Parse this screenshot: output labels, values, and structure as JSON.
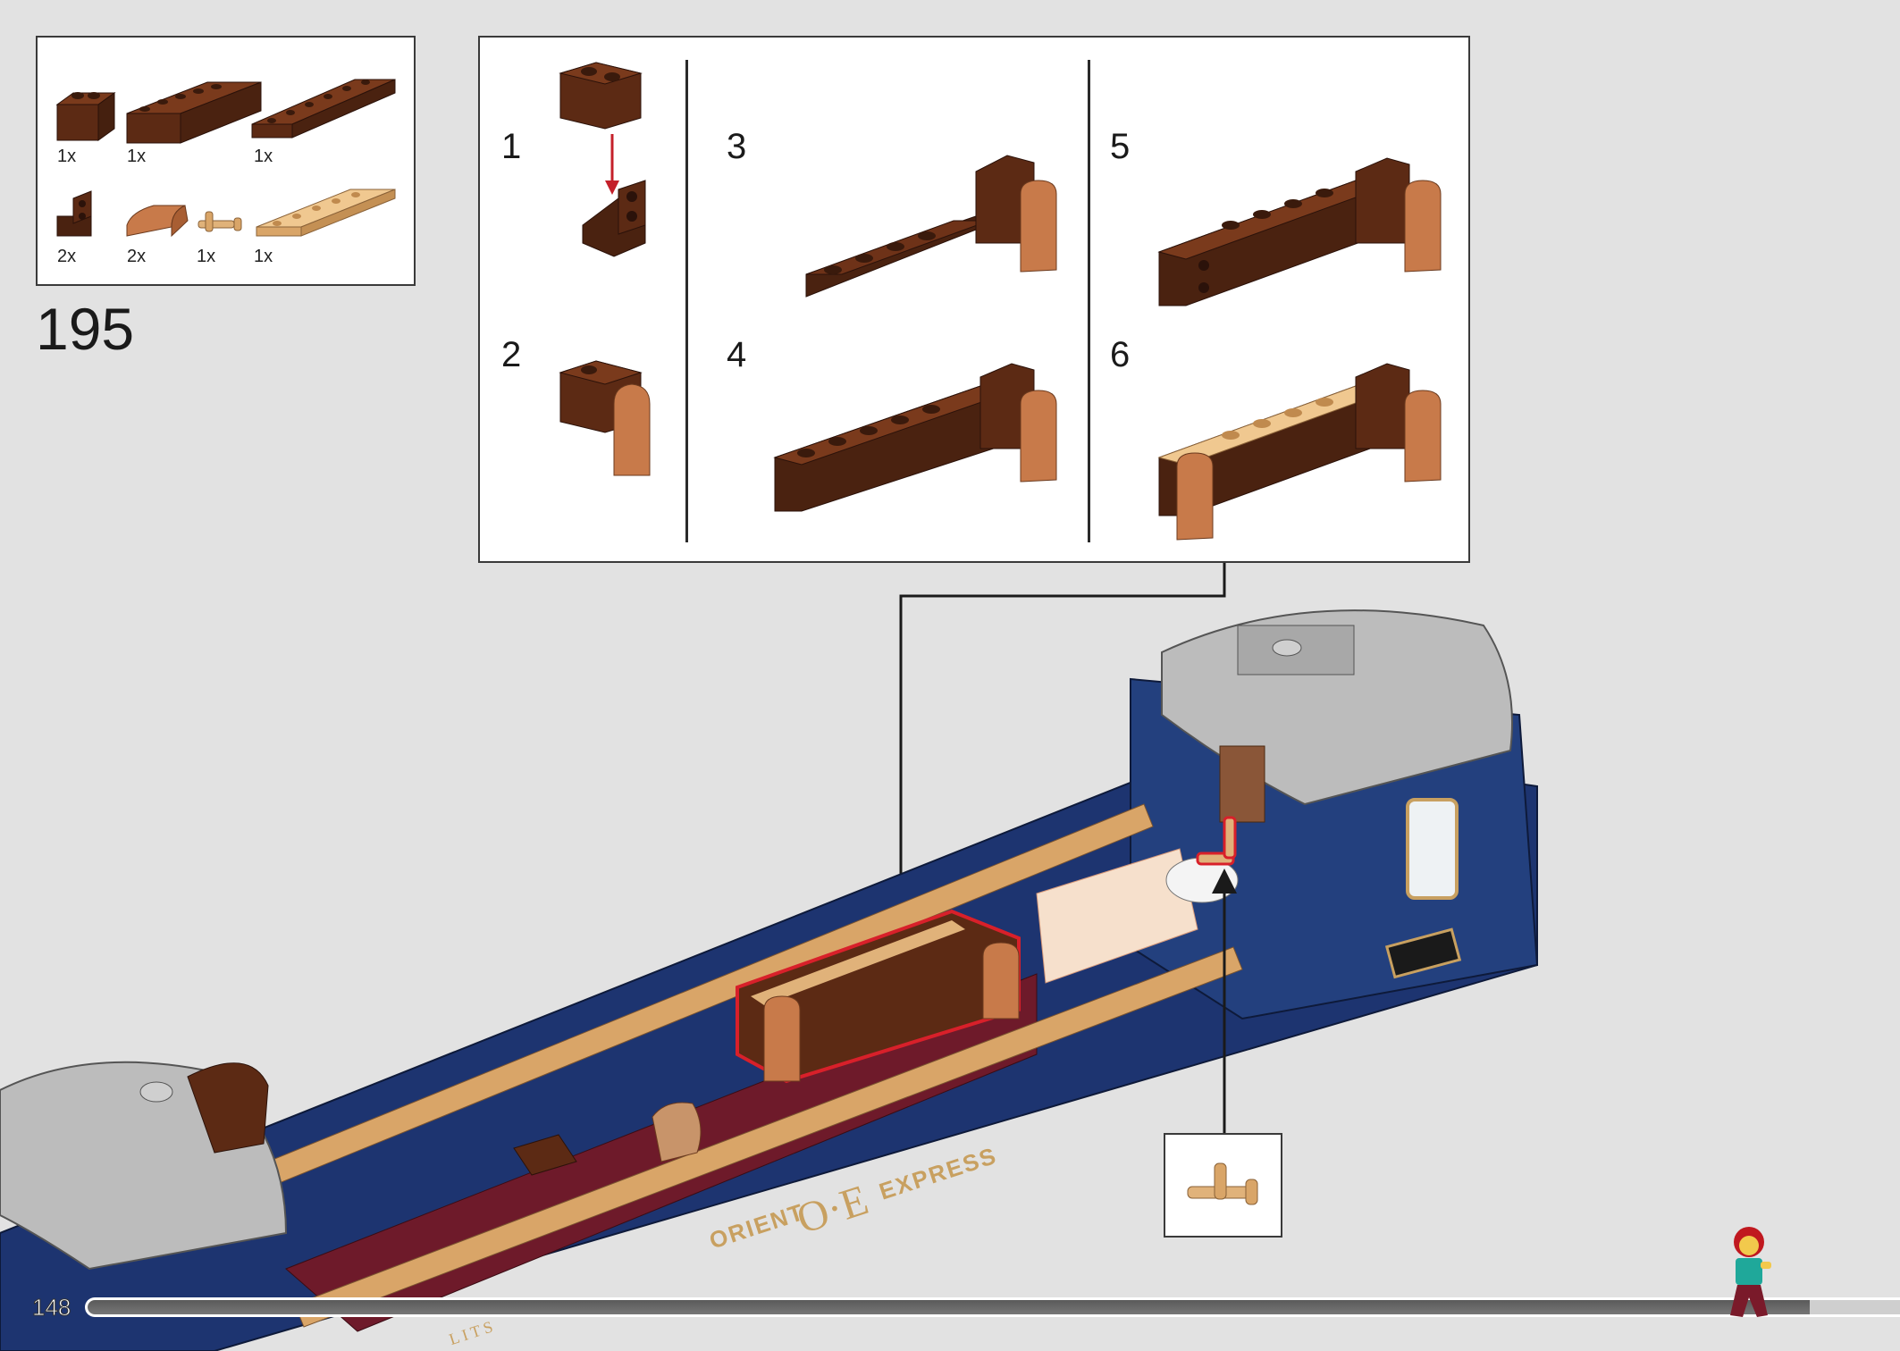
{
  "step_number": "195",
  "page_number": "148",
  "parts_list": [
    {
      "name": "brick-1x2-reddish-brown",
      "qty": "1x"
    },
    {
      "name": "brick-1x6-reddish-brown",
      "qty": "1x"
    },
    {
      "name": "plate-1x8-reddish-brown",
      "qty": "1x"
    },
    {
      "name": "bracket-1x1-reddish-brown",
      "qty": "2x"
    },
    {
      "name": "slope-curved-medium-nougat",
      "qty": "2x"
    },
    {
      "name": "tap-pipe-tan",
      "qty": "1x"
    },
    {
      "name": "tile-1x8-tan",
      "qty": "1x"
    }
  ],
  "substeps": [
    "1",
    "2",
    "3",
    "4",
    "5",
    "6"
  ],
  "train_text": {
    "brand_left": "ORIENT",
    "logo": "O·E",
    "brand_right": "EXPRESS",
    "lower_text": "LITS"
  },
  "colors": {
    "background": "#e2e2e2",
    "brick_brown": "#5c2a14",
    "nougat": "#c87a4a",
    "tan": "#e0b27a",
    "navy": "#1d3470",
    "dark_red": "#6e1a2a",
    "highlight_red": "#d8202a"
  },
  "progress": 0.95
}
